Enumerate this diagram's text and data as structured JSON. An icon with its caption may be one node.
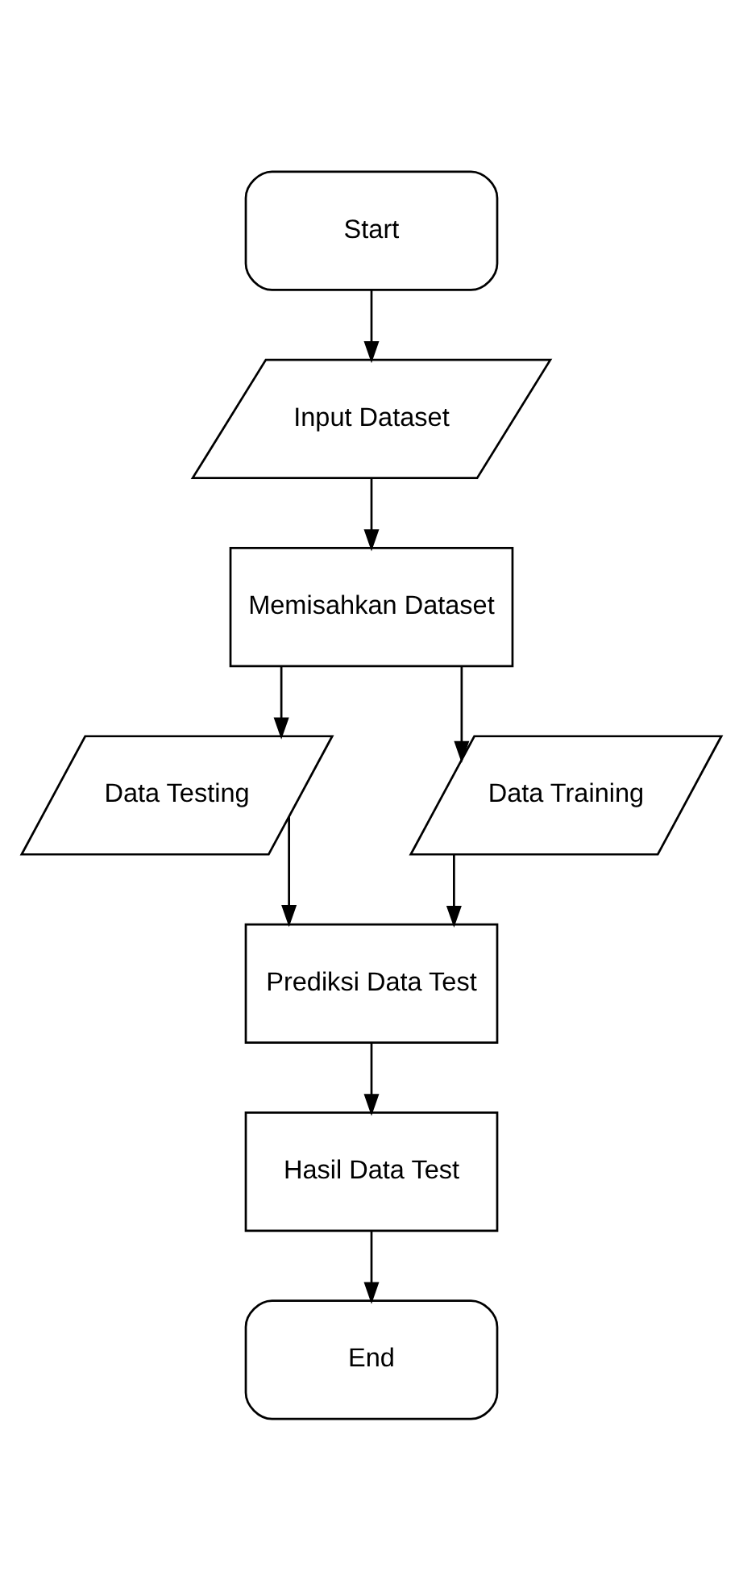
{
  "diagram": {
    "nodes": [
      {
        "text": [
          "Start"
        ]
      },
      {
        "text": [
          "Input Dataset"
        ]
      },
      {
        "text": [
          "Memisahkan Dataset"
        ]
      },
      {
        "text": [
          "Data Testing"
        ]
      },
      {
        "text": [
          "Data Training"
        ]
      },
      {
        "text": [
          "Prediksi Data Test"
        ]
      },
      {
        "text": [
          "Hasil Data Test"
        ]
      },
      {
        "text": [
          "End"
        ]
      }
    ],
    "edges": [
      {
        "from": 0,
        "to": 1,
        "arrow": "to"
      },
      {
        "from": 1,
        "to": 2,
        "arrow": "to"
      },
      {
        "from": 2,
        "to": 3,
        "arrow": "to"
      },
      {
        "from": 2,
        "to": 4,
        "arrow": "to"
      },
      {
        "from": 3,
        "to": 5,
        "arrow": "to"
      },
      {
        "from": 4,
        "to": 5,
        "arrow": "to"
      },
      {
        "from": 5,
        "to": 6,
        "arrow": "to"
      },
      {
        "from": 6,
        "to": 7,
        "arrow": "to"
      }
    ]
  }
}
